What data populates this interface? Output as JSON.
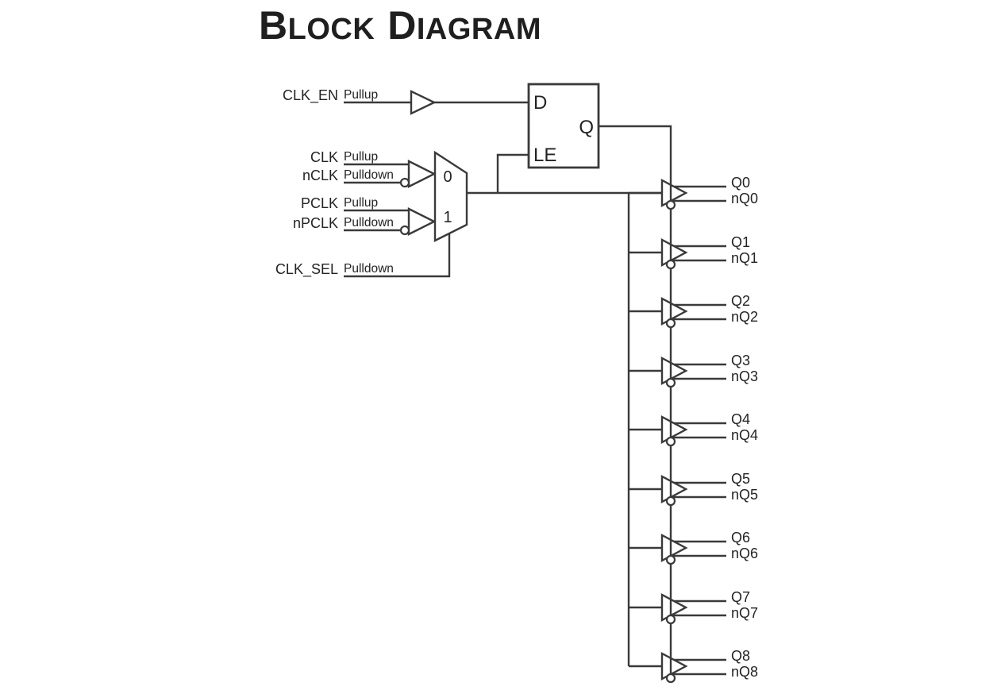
{
  "title": {
    "word1_initial": "B",
    "word1_rest": "LOCK",
    "word2_initial": "D",
    "word2_rest": "IAGRAM"
  },
  "colors": {
    "line": "#3a3a3a",
    "text": "#232323",
    "background": "#ffffff"
  },
  "inputs": {
    "clk_en": {
      "label": "CLK_EN",
      "annotation": "Pullup"
    },
    "clk": {
      "label": "CLK",
      "annotation": "Pullup"
    },
    "nclk": {
      "label": "nCLK",
      "annotation": "Pulldown"
    },
    "pclk": {
      "label": "PCLK",
      "annotation": "Pullup"
    },
    "npclk": {
      "label": "nPCLK",
      "annotation": "Pulldown"
    },
    "clk_sel": {
      "label": "CLK_SEL",
      "annotation": "Pulldown"
    }
  },
  "latch": {
    "d": "D",
    "q": "Q",
    "le": "LE"
  },
  "mux": {
    "input0": "0",
    "input1": "1"
  },
  "outputs": [
    {
      "q": "Q0",
      "nq": "nQ0"
    },
    {
      "q": "Q1",
      "nq": "nQ1"
    },
    {
      "q": "Q2",
      "nq": "nQ2"
    },
    {
      "q": "Q3",
      "nq": "nQ3"
    },
    {
      "q": "Q4",
      "nq": "nQ4"
    },
    {
      "q": "Q5",
      "nq": "nQ5"
    },
    {
      "q": "Q6",
      "nq": "nQ6"
    },
    {
      "q": "Q7",
      "nq": "nQ7"
    },
    {
      "q": "Q8",
      "nq": "nQ8"
    }
  ]
}
